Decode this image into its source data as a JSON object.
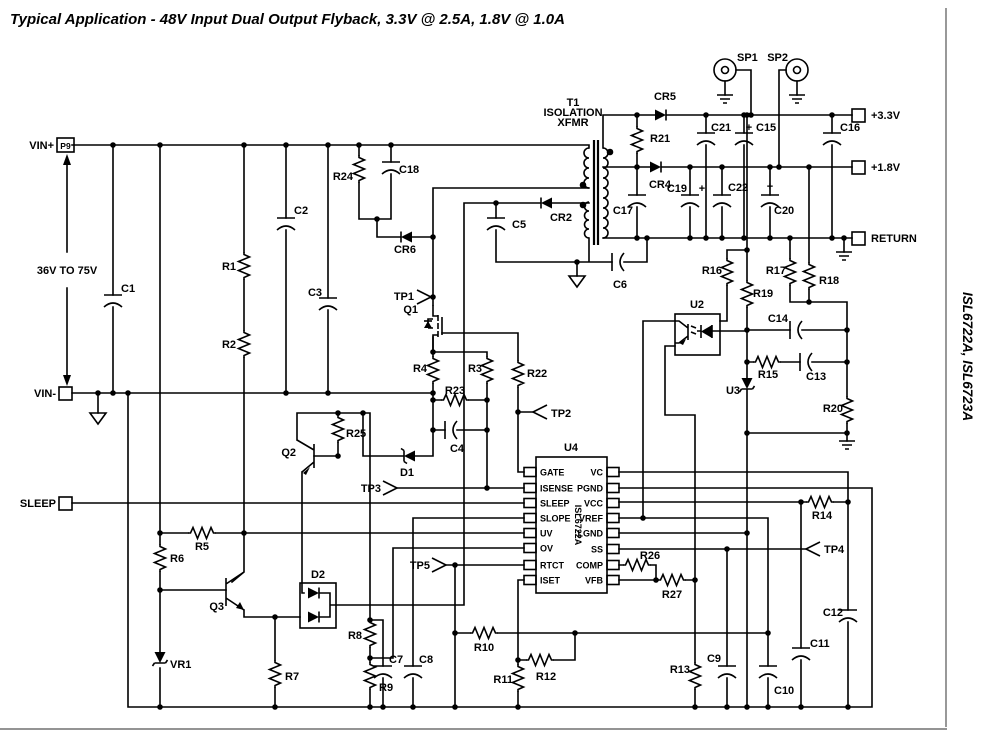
{
  "title": "Typical Application - 48V Input Dual Output Flyback, 3.3V @ 2.5A, 1.8V @ 1.0A",
  "side_text": "ISL6722A, ISL6723A",
  "input_range": "36V TO 75V",
  "plus": "+",
  "terminals": {
    "vin_plus": "VIN+",
    "p9": "P9",
    "vin_minus": "VIN-",
    "sleep": "SLEEP",
    "out_33": "+3.3V",
    "out_18": "+1.8V",
    "return": "RETURN"
  },
  "probes": {
    "sp1": "SP1",
    "sp2": "SP2"
  },
  "transformer": {
    "ref": "T1",
    "name1": "ISOLATION",
    "name2": "XFMR"
  },
  "u4": {
    "ref": "U4",
    "part": "ISL6722A",
    "left_pins": [
      "GATE",
      "ISENSE",
      "SLEEP",
      "SLOPE",
      "UV",
      "OV",
      "RTCT",
      "ISET"
    ],
    "right_pins": [
      "VC",
      "PGND",
      "VCC",
      "VREF",
      "LGND",
      "SS",
      "COMP",
      "VFB"
    ]
  },
  "refs": {
    "r1": "R1",
    "r2": "R2",
    "r3": "R3",
    "r4": "R4",
    "r5": "R5",
    "r6": "R6",
    "r7": "R7",
    "r8": "R8",
    "r9": "R9",
    "r10": "R10",
    "r11": "R11",
    "r12": "R12",
    "r13": "R13",
    "r14": "R14",
    "r15": "R15",
    "r16": "R16",
    "r17": "R17",
    "r18": "R18",
    "r19": "R19",
    "r20": "R20",
    "r21": "R21",
    "r22": "R22",
    "r23": "R23",
    "r24": "R24",
    "r25": "R25",
    "r26": "R26",
    "r27": "R27",
    "c1": "C1",
    "c2": "C2",
    "c3": "C3",
    "c4": "C4",
    "c5": "C5",
    "c6": "C6",
    "c7": "C7",
    "c8": "C8",
    "c9": "C9",
    "c10": "C10",
    "c11": "C11",
    "c12": "C12",
    "c13": "C13",
    "c14": "C14",
    "c15": "C15",
    "c16": "C16",
    "c17": "C17",
    "c18": "C18",
    "c19": "C19",
    "c20": "C20",
    "c21": "C21",
    "c22": "C22",
    "cr2": "CR2",
    "cr4": "CR4",
    "cr5": "CR5",
    "cr6": "CR6",
    "d1": "D1",
    "d2": "D2",
    "vr1": "VR1",
    "q1": "Q1",
    "q2": "Q2",
    "q3": "Q3",
    "u2": "U2",
    "u3": "U3"
  },
  "testpoints": {
    "tp1": "TP1",
    "tp2": "TP2",
    "tp3": "TP3",
    "tp4": "TP4",
    "tp5": "TP5"
  }
}
